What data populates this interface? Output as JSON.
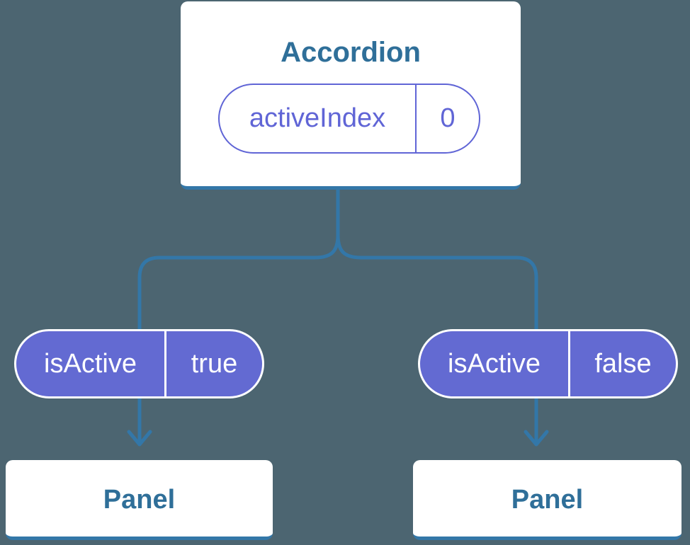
{
  "diagram": {
    "colors": {
      "background": "#4c6571",
      "connector_blue": "#3377a8",
      "label_blue": "#2f6f99",
      "pill_purple_border": "#6065d6",
      "pill_purple_fill": "#636ad2",
      "card_white": "#ffffff"
    },
    "root": {
      "title": "Accordion",
      "state": {
        "name": "activeIndex",
        "value": "0"
      }
    },
    "children": [
      {
        "prop": {
          "name": "isActive",
          "value": "true"
        },
        "label": "Panel"
      },
      {
        "prop": {
          "name": "isActive",
          "value": "false"
        },
        "label": "Panel"
      }
    ]
  }
}
